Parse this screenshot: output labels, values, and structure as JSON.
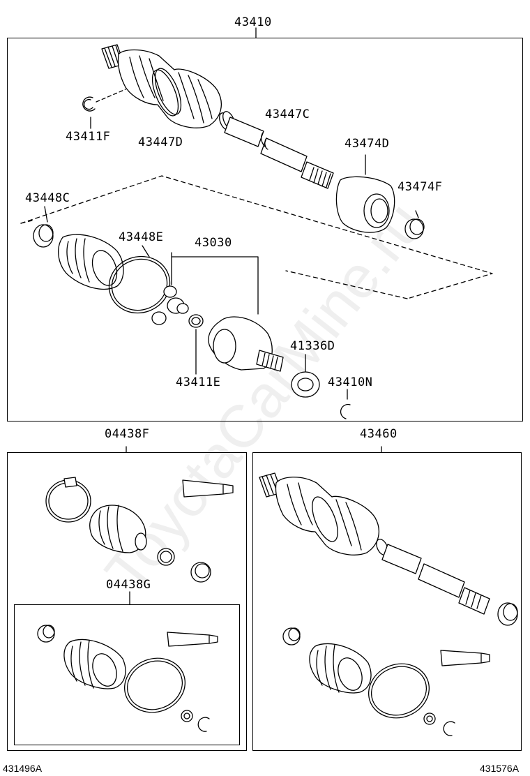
{
  "diagram": {
    "assemblies": {
      "main": "43410",
      "boot_kit_outer": "04438F",
      "boot_kit_inner": "04438G",
      "alt_shaft": "43460"
    },
    "parts": {
      "p43411F": "43411F",
      "p43447D": "43447D",
      "p43447C": "43447C",
      "p43474D": "43474D",
      "p43474F": "43474F",
      "p43448C": "43448C",
      "p43448E": "43448E",
      "p43030": "43030",
      "p41336D": "41336D",
      "p43411E": "43411E",
      "p43410N": "43410N"
    },
    "footer": {
      "left_ref": "431496A",
      "right_ref": "431576A"
    },
    "watermark": "ToyotaCarMine.ru"
  }
}
